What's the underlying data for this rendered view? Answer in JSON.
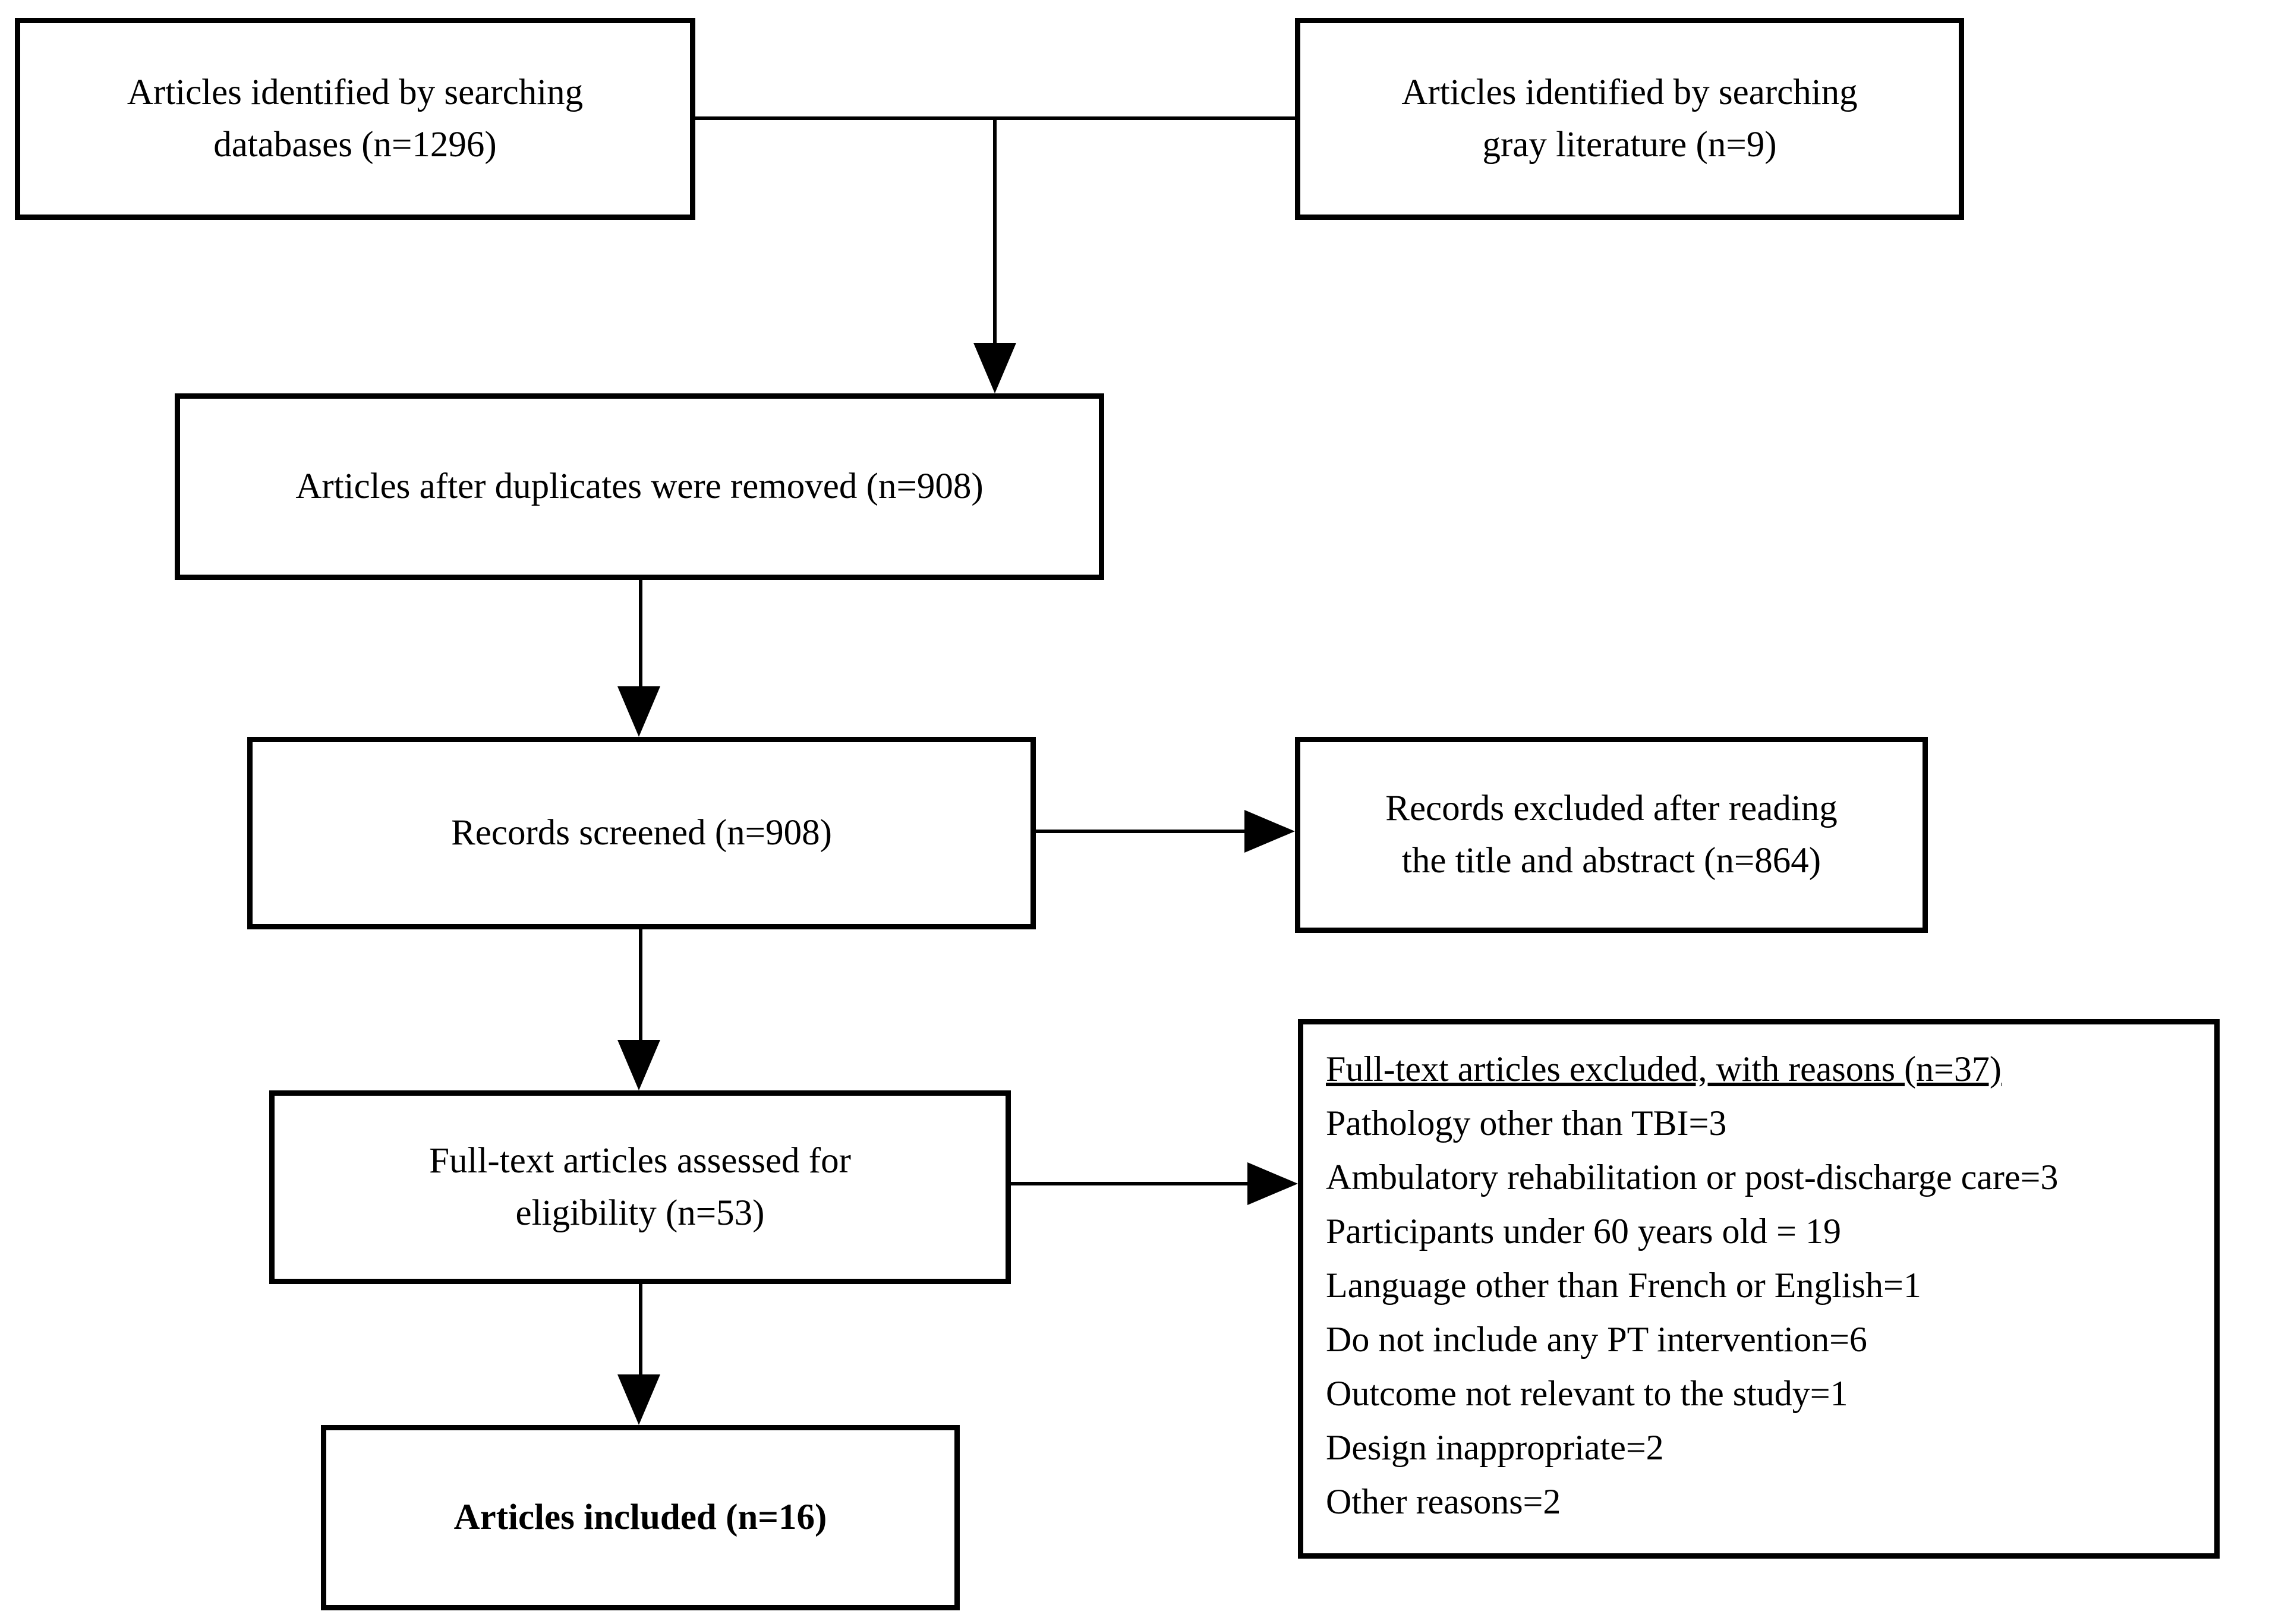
{
  "figure": {
    "kind": "study-selection-flow-diagram",
    "background_color": "#ffffff",
    "line_color": "#000000"
  },
  "nodes": {
    "identified_databases": {
      "line1": "Articles identified by searching",
      "line2": "databases (n=1296)",
      "n": 1296
    },
    "identified_gray": {
      "line1": "Articles identified by searching",
      "line2": "gray literature (n=9)",
      "n": 9
    },
    "after_duplicates": {
      "label": "Articles after duplicates were removed (n=908)",
      "n": 908
    },
    "records_screened": {
      "label": "Records screened (n=908)",
      "n": 908
    },
    "records_excluded": {
      "line1": "Records excluded after reading",
      "line2": "the title and abstract (n=864)",
      "n": 864
    },
    "fulltext_assessed": {
      "line1": "Full-text articles assessed for",
      "line2": "eligibility (n=53)",
      "n": 53
    },
    "fulltext_excluded": {
      "heading": "Full-text articles excluded, with reasons (n=37)",
      "n": 37,
      "reasons": [
        "Pathology other than TBI=3",
        "Ambulatory rehabilitation or post-discharge care=3",
        "Participants under 60 years old = 19",
        "Language other than French or English=1",
        "Do not include any PT intervention=6",
        "Outcome not relevant to the study=1",
        "Design inappropriate=2",
        "Other reasons=2"
      ]
    },
    "included": {
      "label": "Articles included (n=16)",
      "n": 16
    }
  }
}
